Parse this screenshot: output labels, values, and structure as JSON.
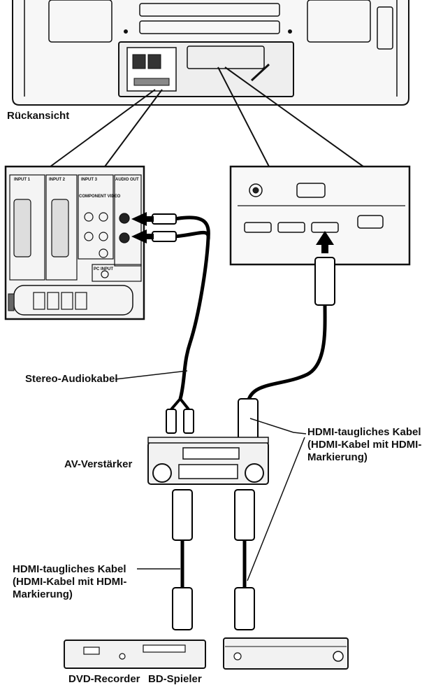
{
  "labels": {
    "rear_view": "Rückansicht",
    "stereo_cable": "Stereo-Audiokabel",
    "av_amplifier": "AV-Verstärker",
    "hdmi_cable_right": [
      "HDMI-taugliches Kabel",
      "(HDMI-Kabel mit HDMI-",
      "Markierung)"
    ],
    "hdmi_cable_left": [
      "HDMI-taugliches Kabel",
      "(HDMI-Kabel mit HDMI-",
      "Markierung)"
    ],
    "dvd_recorder": "DVD-Recorder",
    "bd_player": "BD-Spieler"
  },
  "panel_labels": {
    "input_1": "INPUT 1",
    "input_2": "INPUT 2",
    "input_3": "INPUT 3",
    "audio_out": "AUDIO OUT",
    "component_video": "COMPONENT VIDEO",
    "pc_input": "PC INPUT"
  },
  "colors": {
    "line": "#111111",
    "fill_light": "#eeeeee",
    "fill_panel": "#f4f4f4",
    "arrow": "#000000"
  }
}
